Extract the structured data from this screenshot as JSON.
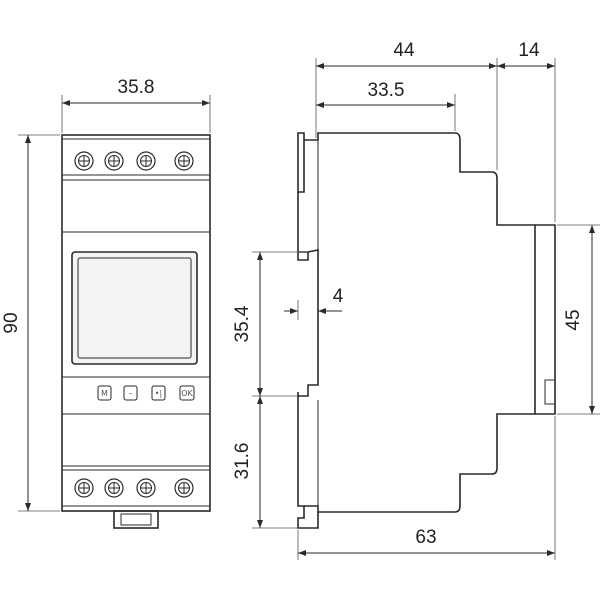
{
  "dimensions": {
    "front_width": "35.8",
    "front_height": "90",
    "side_total_depth": "63",
    "side_depth_top": "44",
    "side_depth_inner": "33.5",
    "side_step": "14",
    "side_right_height": "45",
    "rail_upper": "35.4",
    "rail_lower": "31.6",
    "rail_gap": "4"
  },
  "buttons": [
    {
      "glyph": "M",
      "icon": "mode-icon"
    },
    {
      "glyph": "–",
      "icon": "minus-icon"
    },
    {
      "glyph": "•|",
      "icon": "set-icon"
    },
    {
      "glyph": "OK",
      "icon": "ok-icon"
    }
  ]
}
